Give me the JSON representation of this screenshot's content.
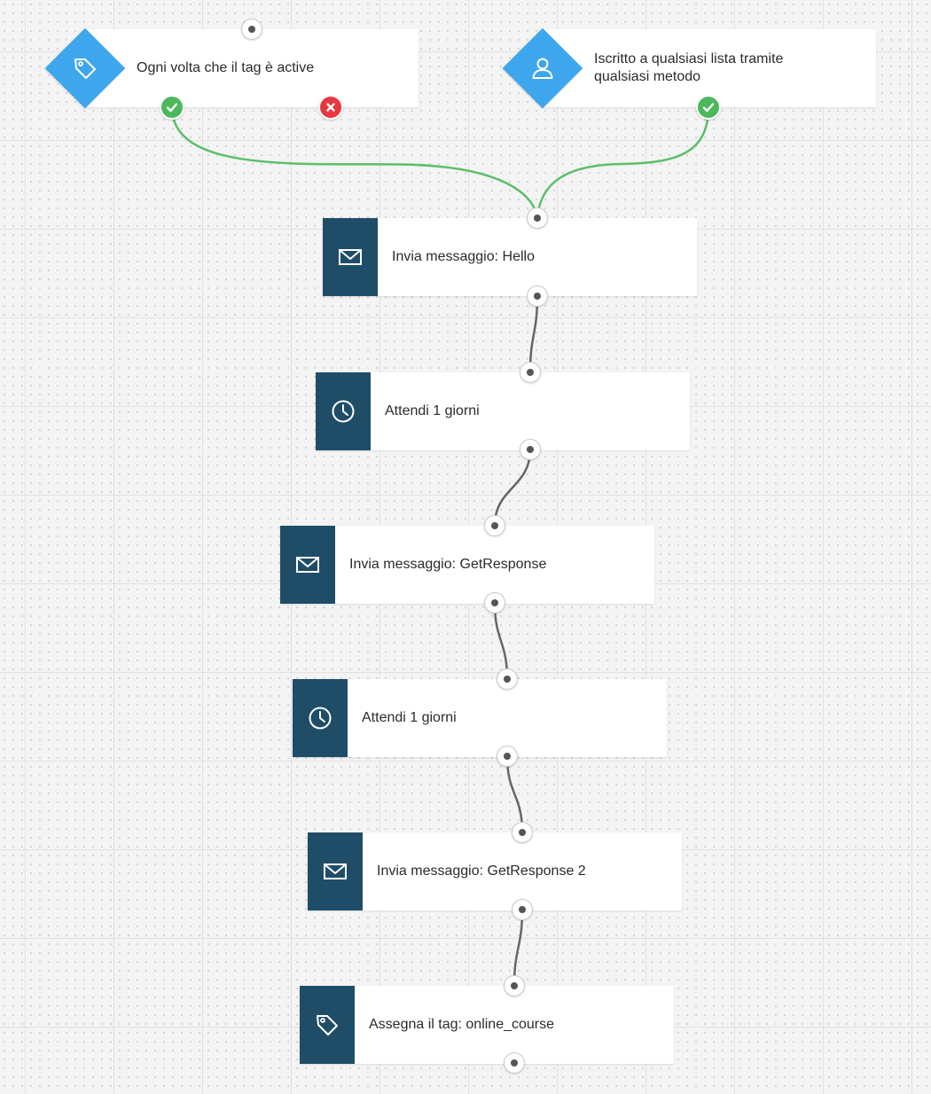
{
  "colors": {
    "trigger_accent": "#3ea6ed",
    "action_accent": "#1f4d67",
    "connector_success": "#5cbf6a",
    "connector_default": "#666666",
    "badge_yes": "#4cb85c",
    "badge_no": "#e8383d",
    "canvas_bg": "#f4f4f4"
  },
  "triggers": [
    {
      "label": "Ogni volta che il tag è active",
      "icon": "tag-icon",
      "outputs": [
        "yes",
        "no"
      ]
    },
    {
      "label": "Iscritto a qualsiasi lista tramite\nqualsiasi metodo",
      "icon": "user-icon",
      "outputs": [
        "yes"
      ]
    }
  ],
  "steps": [
    {
      "label": "Invia messaggio: Hello",
      "icon": "envelope-icon"
    },
    {
      "label": "Attendi 1 giorni",
      "icon": "clock-icon"
    },
    {
      "label": "Invia messaggio: GetResponse",
      "icon": "envelope-icon"
    },
    {
      "label": "Attendi 1 giorni",
      "icon": "clock-icon"
    },
    {
      "label": "Invia messaggio: GetResponse 2",
      "icon": "envelope-icon"
    },
    {
      "label": "Assegna il tag: online_course",
      "icon": "tag-icon"
    }
  ]
}
